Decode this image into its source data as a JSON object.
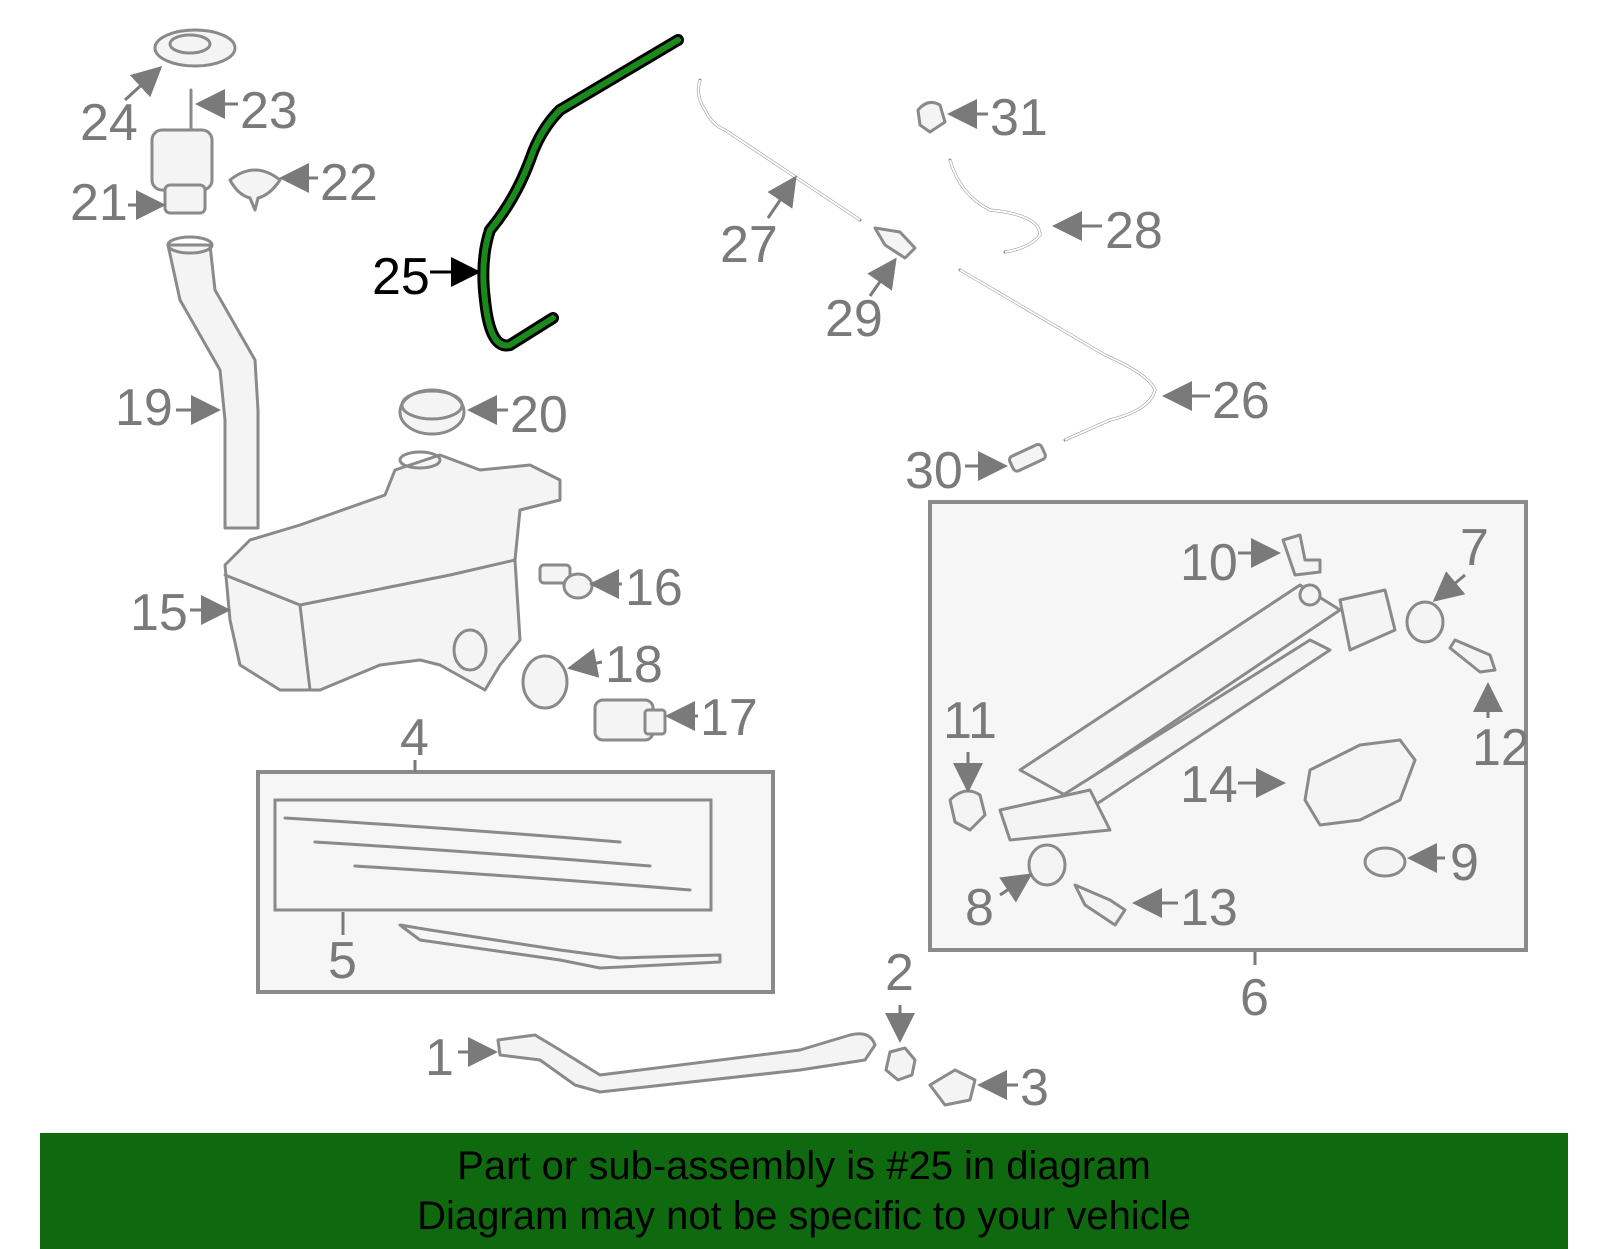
{
  "colors": {
    "banner_bg": "#0f6a0f",
    "highlight_part": "#1a8a1a",
    "line_gray": "#8a8a8a",
    "label_gray": "#7a7a7a"
  },
  "highlight_label": "25",
  "callouts": {
    "c1": "1",
    "c2": "2",
    "c3": "3",
    "c4": "4",
    "c5": "5",
    "c6": "6",
    "c7": "7",
    "c8": "8",
    "c9": "9",
    "c10": "10",
    "c11": "11",
    "c12": "12",
    "c13": "13",
    "c14": "14",
    "c15": "15",
    "c16": "16",
    "c17": "17",
    "c18": "18",
    "c19": "19",
    "c20": "20",
    "c21": "21",
    "c22": "22",
    "c23": "23",
    "c24": "24",
    "c26": "26",
    "c27": "27",
    "c28": "28",
    "c29": "29",
    "c30": "30",
    "c31": "31"
  },
  "banner": {
    "line1": "Part or sub-assembly is #25 in diagram",
    "line2": "Diagram may not be specific to your vehicle"
  }
}
